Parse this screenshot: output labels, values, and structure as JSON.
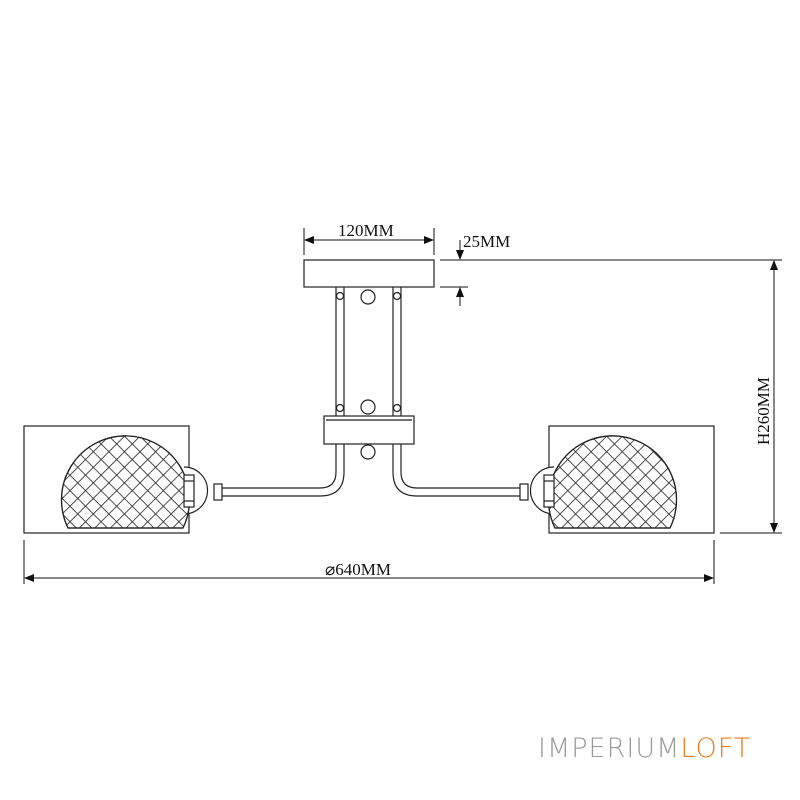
{
  "dimensions": {
    "canopy_width": "120MM",
    "canopy_height": "25MM",
    "total_height": "H260MM",
    "diameter": "⌀640MM"
  },
  "logo": {
    "part1": "IMPERIUM",
    "part2": "LOFT",
    "color_gray": "#9a9a9a",
    "color_orange": "#f07e1c"
  }
}
